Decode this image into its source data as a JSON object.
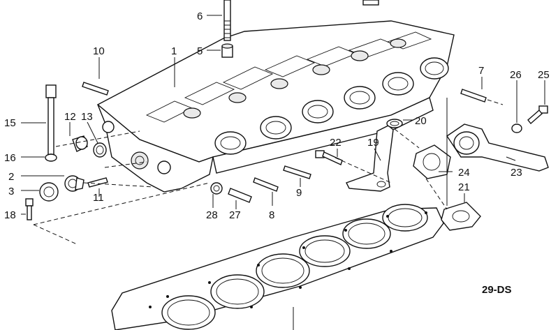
{
  "diagram_code": "29-DS",
  "callouts": {
    "c1": "1",
    "c2": "2",
    "c3": "3",
    "c5": "5",
    "c6": "6",
    "c7": "7",
    "c8": "8",
    "c9": "9",
    "c10": "10",
    "c11": "11",
    "c12": "12",
    "c13": "13",
    "c15": "15",
    "c16": "16",
    "c18": "18",
    "c19": "19",
    "c20": "20",
    "c21": "21",
    "c22": "22",
    "c23": "23",
    "c24": "24",
    "c25": "25",
    "c26": "26",
    "c27": "27",
    "c28": "28"
  }
}
